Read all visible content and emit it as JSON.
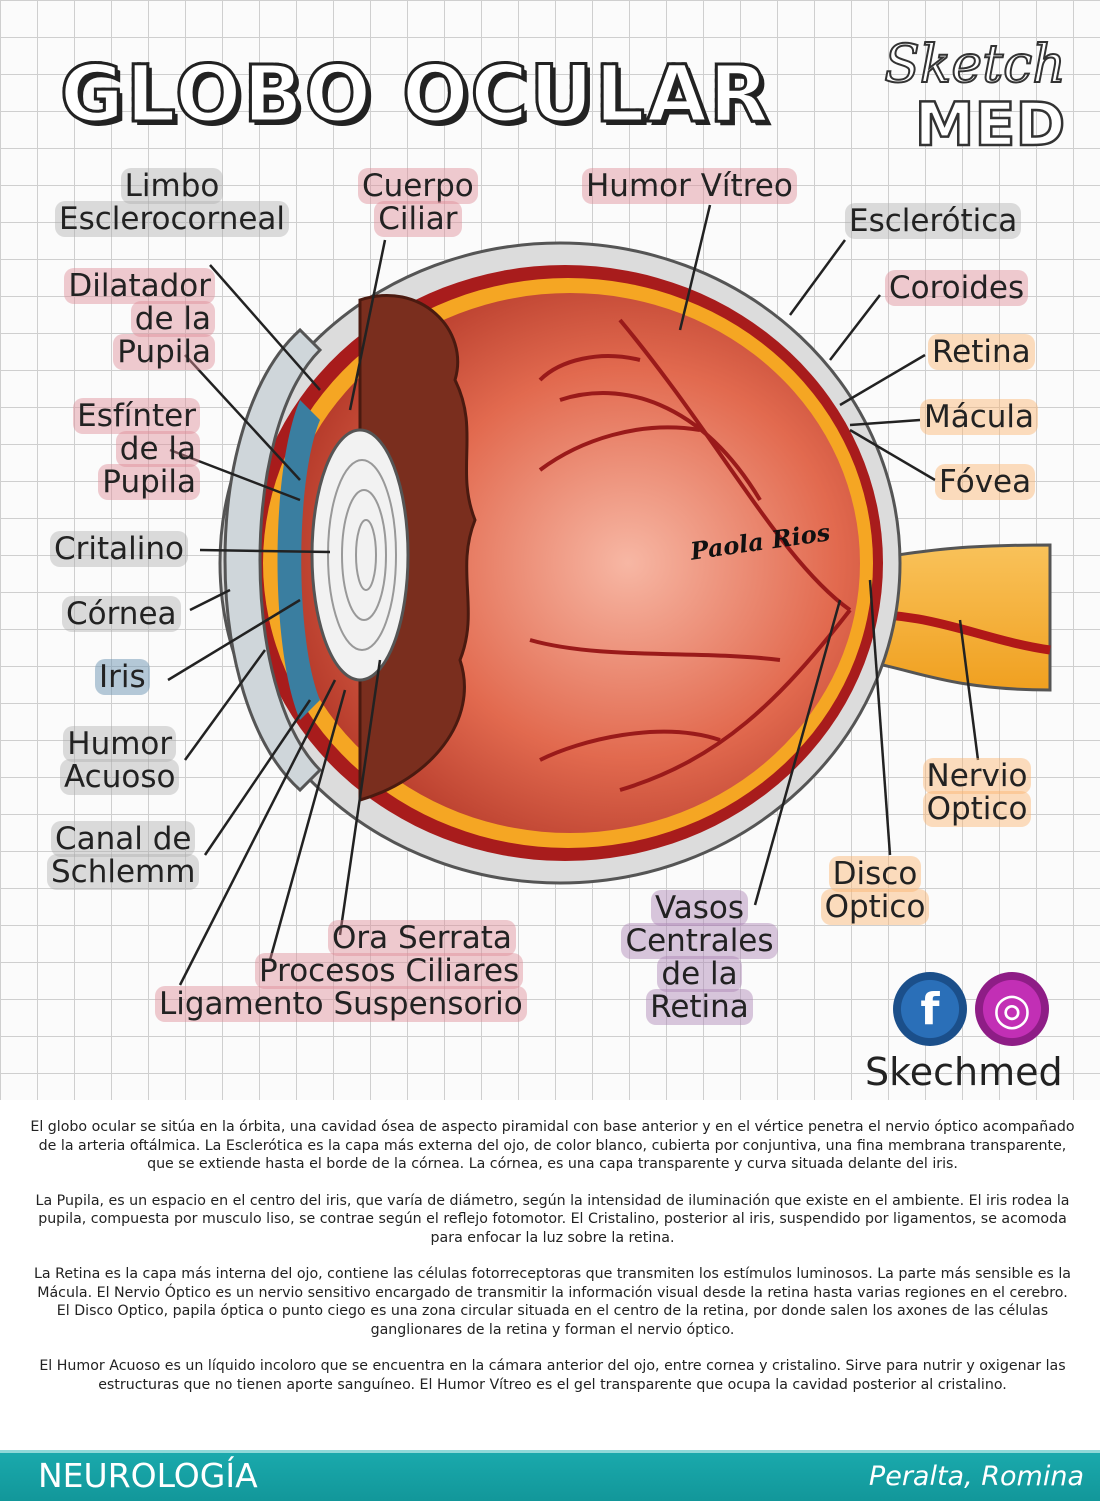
{
  "title": "GLOBO OCULAR",
  "logo": {
    "line1": "Sketch",
    "line2": "MED"
  },
  "signature": "Paola Rios",
  "labels": {
    "limbo": [
      "Limbo",
      "Esclerocorneal"
    ],
    "cuerpo_ciliar": [
      "Cuerpo",
      "Ciliar"
    ],
    "humor_vitreo": "Humor Vítreo",
    "esclerotica": "Esclerótica",
    "coroides": "Coroides",
    "retina": "Retina",
    "macula": "Mácula",
    "fovea": "Fóvea",
    "dilatador": [
      "Dilatador",
      "de la",
      "Pupila"
    ],
    "esfinter": [
      "Esfínter",
      "de la",
      "Pupila"
    ],
    "cristalino": "Critalino",
    "cornea": "Córnea",
    "iris": "Iris",
    "humor_acuoso": [
      "Humor",
      "Acuoso"
    ],
    "canal": [
      "Canal de",
      "Schlemm"
    ],
    "ora_serrata": "Ora Serrata",
    "procesos_ciliares": "Procesos Ciliares",
    "ligamento": "Ligamento Suspensorio",
    "vasos": [
      "Vasos",
      "Centrales",
      "de la",
      "Retina"
    ],
    "disco": [
      "Disco",
      "Optico"
    ],
    "nervio": [
      "Nervio",
      "Optico"
    ]
  },
  "social": {
    "facebook_icon": "f",
    "instagram_icon": "◎",
    "handle": "Skechmed"
  },
  "paragraphs": [
    "El globo ocular se sitúa en la órbita, una cavidad ósea de aspecto piramidal con base anterior y en el vértice penetra el nervio óptico acompañado de la arteria oftálmica. La Esclerótica es la capa más externa del ojo, de color blanco, cubierta por conjuntiva, una fina membrana transparente, que se extiende hasta el borde de la córnea. La córnea, es una capa transparente y curva situada delante del iris.",
    "La Pupila, es un espacio en el centro del iris, que varía de diámetro, según la intensidad de iluminación que existe en el ambiente. El iris rodea la pupila, compuesta por musculo liso, se contrae según el reflejo fotomotor. El Cristalino, posterior al iris, suspendido por ligamentos, se acomoda para enfocar la luz sobre la retina.",
    "La Retina es la capa más interna del ojo, contiene las células fotorreceptoras que transmiten los estímulos luminosos. La parte más sensible es la Mácula. El Nervio Óptico es un nervio sensitivo encargado de transmitir la información visual desde la retina hasta varias regiones en el cerebro. El Disco Optico, papila óptica o punto ciego es una zona circular situada en el centro de la retina, por donde salen los axones de las células ganglionares de la retina y forman el nervio óptico.",
    "El Humor Acuoso es un líquido incoloro que se encuentra en la cámara anterior del ojo, entre cornea y cristalino. Sirve para nutrir y oxigenar las estructuras que no tienen aporte sanguíneo. El Humor Vítreo es el gel transparente que ocupa la cavidad posterior al cristalino."
  ],
  "footer": {
    "subject": "NEUROLOGÍA",
    "author": "Peralta, Romina"
  },
  "colors": {
    "teal": "#14a0a3",
    "sclera": "#d9d9d9",
    "choroid": "#b32020",
    "retina": "#f5a623",
    "vitreous": "#e0684e"
  }
}
